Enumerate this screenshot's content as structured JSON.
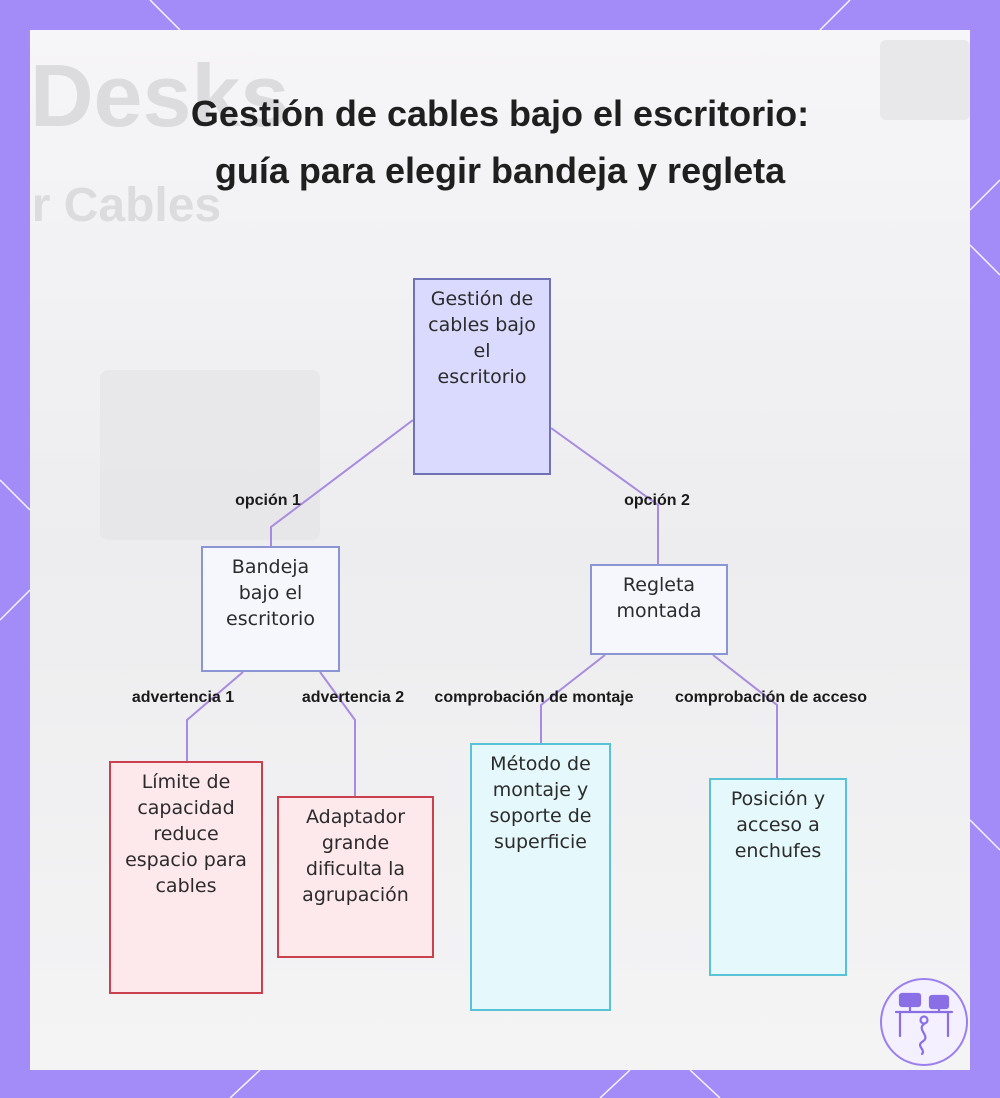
{
  "title": "Gestión de cables bajo el escritorio: guía para elegir bandeja y regleta",
  "background_words": [
    "Desks",
    "er Cables"
  ],
  "colors": {
    "frame": "#a38cf7",
    "link": "#a78be0",
    "root_fill": "#d9dafd",
    "warning_border": "#c9404f",
    "check_border": "#58c3d6"
  },
  "nodes": {
    "root": "Gestión de cables bajo el escritorio",
    "option1": "Bandeja bajo el escritorio",
    "option2": "Regleta montada",
    "warning1": "Límite de capacidad reduce espacio para cables",
    "warning2": "Adaptador grande dificulta la agrupación",
    "check1": "Método de montaje y soporte de superficie",
    "check2": "Posición y acceso a enchufes"
  },
  "edge_labels": {
    "option1": "opción 1",
    "option2": "opción 2",
    "warning1": "advertencia 1",
    "warning2": "advertencia 2",
    "check1": "comprobación de montaje",
    "check2": "comprobación de acceso"
  },
  "logo": {
    "icon": "desk-workstation-icon"
  }
}
